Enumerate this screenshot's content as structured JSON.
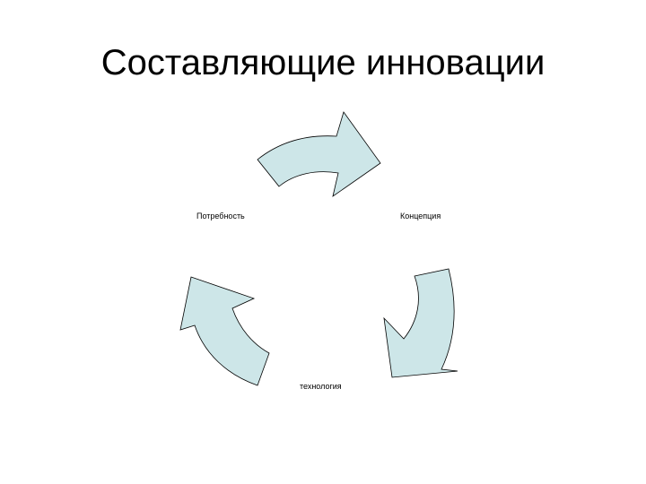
{
  "slide": {
    "title": "Составляющие инновации"
  },
  "diagram": {
    "nodes": [
      {
        "label": "Потребность"
      },
      {
        "label": "Концепция"
      },
      {
        "label": "технология"
      }
    ],
    "colors": {
      "arrow_fill": "#cde6e8",
      "arrow_stroke": "#000000"
    }
  }
}
